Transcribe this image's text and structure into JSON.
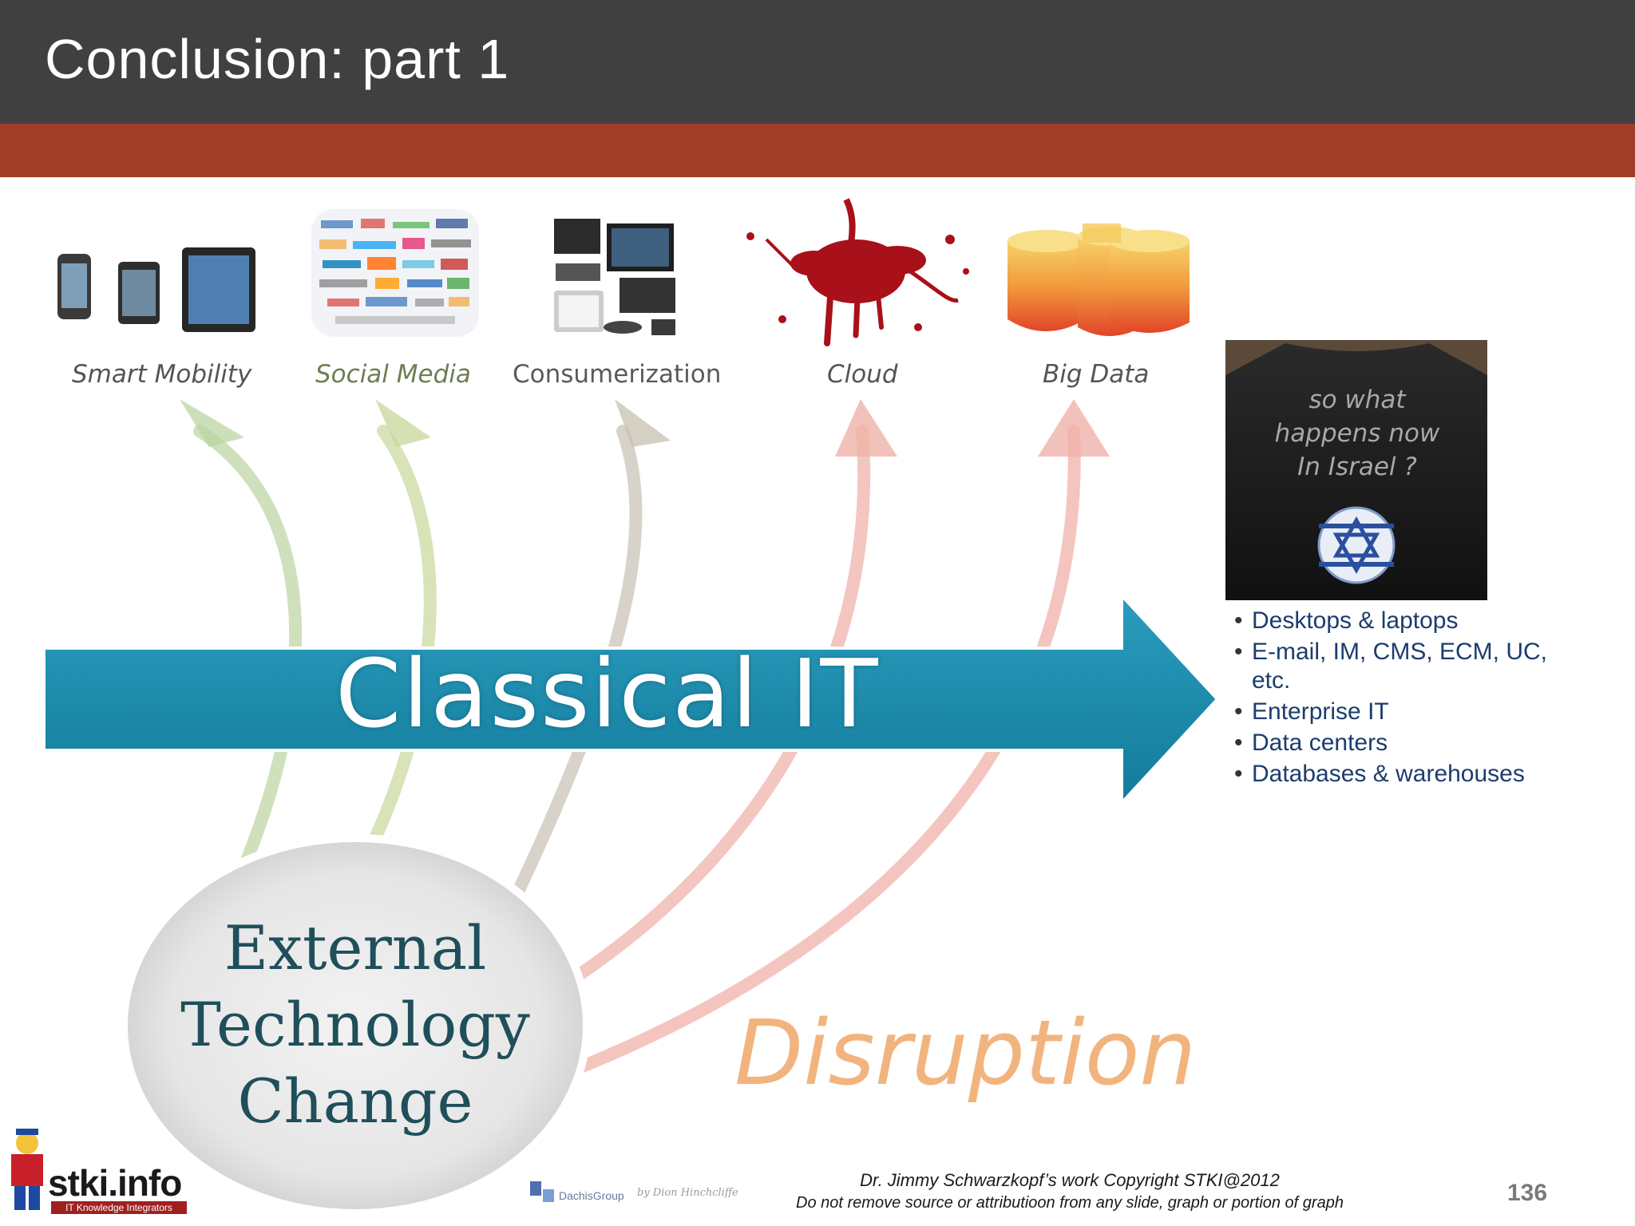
{
  "slide": {
    "title": "Conclusion: part 1",
    "page_number": "136"
  },
  "trends": [
    {
      "label": "Smart Mobility"
    },
    {
      "label": "Social Media"
    },
    {
      "label": "Consumerization"
    },
    {
      "label": "Cloud"
    },
    {
      "label": "Big Data"
    }
  ],
  "banner": {
    "label": "Classical IT"
  },
  "circle": {
    "line1": "External",
    "line2": "Technology",
    "line3": "Change"
  },
  "disruption": {
    "label": "Disruption"
  },
  "shirt": {
    "line1": "so what",
    "line2": "happens now",
    "line3": "In Israel ?"
  },
  "bullets": [
    "Desktops & laptops",
    "E-mail, IM, CMS, ECM, UC, etc.",
    "Enterprise IT",
    "Data centers",
    "Databases & warehouses"
  ],
  "footer": {
    "logo": "stki.info",
    "logo_sub": "IT Knowledge Integrators",
    "dachis": "DachisGroup",
    "dachis_by": "by Dion Hinchcliffe",
    "copyright_line1": "Dr. Jimmy Schwarzkopf’s work   Copyright STKI@2012",
    "copyright_line2": "Do not remove source or attributioon from any slide, graph or portion of graph"
  },
  "colors": {
    "header": "#404040",
    "accent": "#a03c28",
    "banner": "#1a8aab",
    "circle_text": "#1f4f5a",
    "disruption": "#f0a868"
  }
}
